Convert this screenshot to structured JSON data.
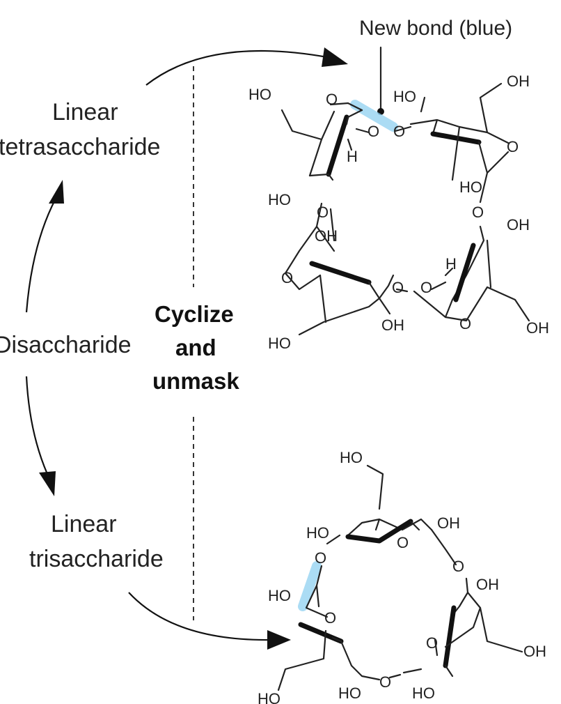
{
  "labels": {
    "linear_tetra_1": "Linear",
    "linear_tetra_2": "tetrasaccharide",
    "disaccharide": "Disaccharide",
    "linear_tri_1": "Linear",
    "linear_tri_2": "trisaccharide",
    "cyclize": "Cyclize",
    "and": "and",
    "unmask": "unmask",
    "new_bond": "New bond (blue)"
  },
  "tetra_atoms": {
    "ho_topleft": "HO",
    "o_ring1": "O",
    "o_bridge1": "O",
    "o_center": "O",
    "h_center": "H",
    "ho_mid": "HO",
    "oh_topright": "OH",
    "o_ring2": "O",
    "ho_right": "HO",
    "o_bridge2": "O",
    "oh_right2": "OH",
    "ho_left": "HO",
    "o_bridge3": "O",
    "oh_mid": "OH",
    "o_ring3": "O",
    "o_bridge4": "O",
    "h_lower": "H",
    "o_lower": "O",
    "oh_bottom": "OH",
    "o_ring4": "O",
    "oh_bottomright": "OH",
    "ho_bottom": "HO"
  },
  "tri_atoms": {
    "ho_top": "HO",
    "ho_upper": "HO",
    "oh_upper": "OH",
    "o_ring1": "O",
    "o_bridge1": "O",
    "o_bridge2": "O",
    "oh_right": "OH",
    "ho_left": "HO",
    "o_ring2": "O",
    "o_ring3": "O",
    "oh_farright": "OH",
    "ho_bottom1": "HO",
    "o_bottom": "O",
    "ho_bottom2": "HO",
    "ho_bottom3": "HO"
  },
  "colors": {
    "new_bond": "#8fd0f0",
    "ink": "#222222"
  }
}
